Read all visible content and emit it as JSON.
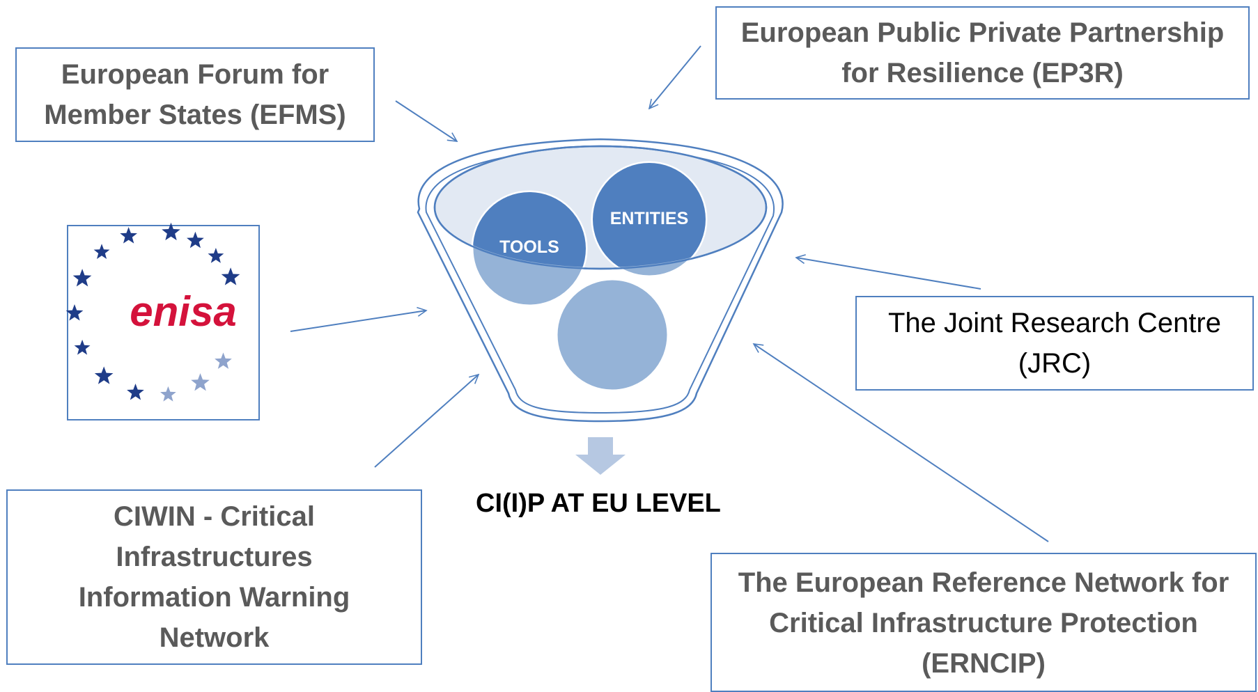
{
  "diagram": {
    "efms": "European Forum for Member States (EFMS)",
    "ep3r": "European Public Private Partnership for Resilience (EP3R)",
    "jrc": "The Joint Research Centre (JRC)",
    "ciwin": "CIWIN - Critical Infrastructures Information Warning Network",
    "erncip": "The European Reference Network for Critical Infrastructure Protection (ERNCIP)",
    "logo_text": "enisa",
    "circle_tools": "TOOLS",
    "circle_entities": "ENTITIES",
    "output": "CI(I)P AT EU LEVEL"
  },
  "colors": {
    "border": "#4f7fbf",
    "circle_dark": "#4f7fbf",
    "circle_light": "#95b3d7",
    "bowl_fill": "#e2e9f3",
    "arrow_down": "#b6c8e2",
    "logo_red": "#d4123b",
    "star_dark": "#1f3c88",
    "star_light": "#8ea3cc"
  }
}
